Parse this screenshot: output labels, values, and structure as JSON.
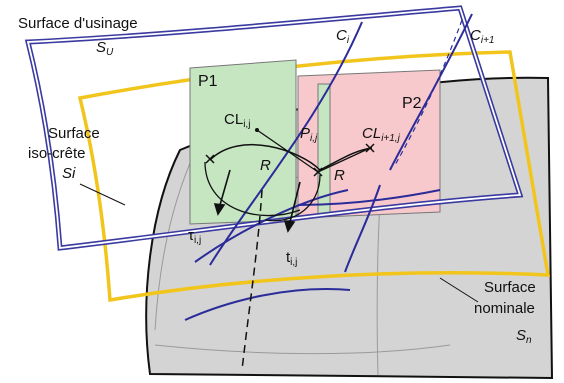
{
  "labels": {
    "usinage_line1": "Surface d'usinage",
    "usinage_sym": "S",
    "usinage_sub": "U",
    "iso_line1": "Surface",
    "iso_line2": "iso-crête",
    "iso_sym": "Si",
    "nominale_line1": "Surface",
    "nominale_line2": "nominale",
    "nominale_sym": "S",
    "nominale_sub": "n",
    "ci_sym": "C",
    "ci_sub": "i",
    "ci1_sym": "C",
    "ci1_sub": "i+1",
    "p1": "P1",
    "p2": "P2",
    "cl_ij_base": "CL",
    "cl_ij_sub": "i,j",
    "cl_i1j_base": "CL",
    "cl_i1j_sub": "i+1,j",
    "p_ij_base": "P",
    "p_ij_sub": "i,j",
    "r_left": "R",
    "r_right": "R",
    "tau_base": "τ",
    "tau_sub": "i,j",
    "t_base": "t",
    "t_sub": "i,j"
  },
  "colors": {
    "nominal_fill": "#d4d4d4",
    "machining_surface": "#3a3aa0",
    "iso_crest": "#f2c51c",
    "plane_p1": "#c6e6c2",
    "plane_p2": "#f7c9cc",
    "curve_blue": "#2b2b9a",
    "ink": "#111111"
  }
}
